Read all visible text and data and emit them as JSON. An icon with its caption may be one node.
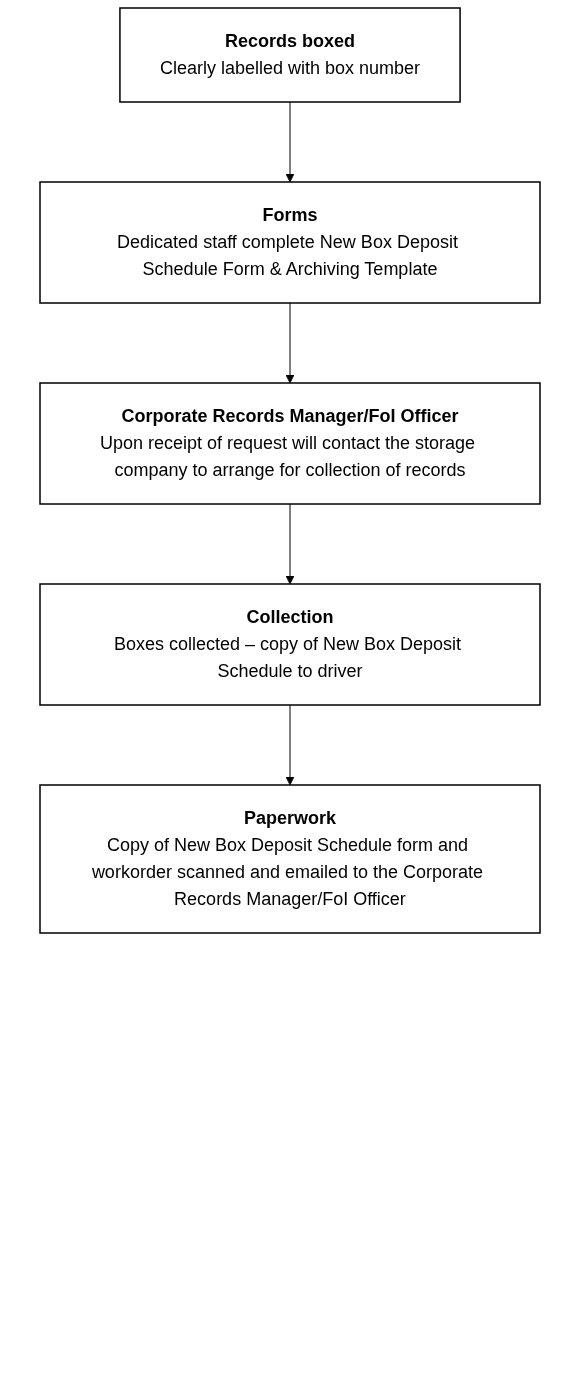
{
  "diagram": {
    "nodes": [
      {
        "text": [
          "Records boxed",
          "Clearly labelled with box number"
        ]
      },
      {
        "text": [
          "Forms",
          "Dedicated staff complete New Box Deposit Schedule Form & Archiving Template"
        ]
      },
      {
        "text": [
          "Corporate Records Manager/FoI Officer",
          "Upon receipt of request will contact the storage company to arrange for collection of records"
        ]
      },
      {
        "text": [
          "Collection",
          "Boxes collected – copy of New Box Deposit Schedule to driver"
        ]
      },
      {
        "text": [
          "Paperwork",
          "Copy of New Box Deposit Schedule form and workorder scanned and emailed to the Corporate Records Manager/FoI Officer"
        ]
      }
    ],
    "edges": [
      {
        "from": 0,
        "to": 1,
        "arrow": "to"
      },
      {
        "from": 1,
        "to": 2,
        "arrow": "to"
      },
      {
        "from": 2,
        "to": 3,
        "arrow": "to"
      },
      {
        "from": 3,
        "to": 4,
        "arrow": "to"
      }
    ]
  }
}
